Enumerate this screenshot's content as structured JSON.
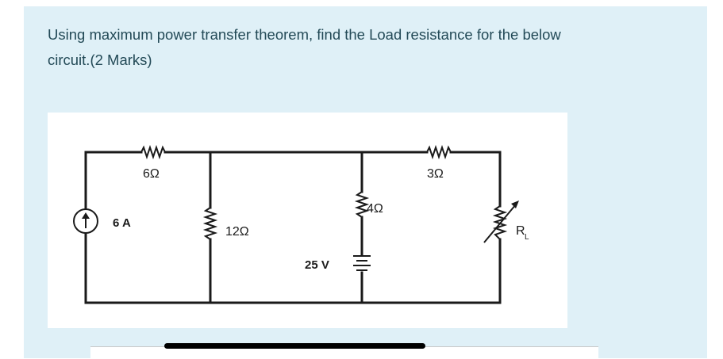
{
  "question": {
    "line1": "Using maximum power transfer theorem, find the Load resistance for the below",
    "line2": "circuit.(2 Marks)"
  },
  "circuit": {
    "r1_label": "6Ω",
    "r2_label": "3Ω",
    "r3_label": "4Ω",
    "r4_label": "12Ω",
    "current_source_label": "6 A",
    "voltage_source_label": "25 V",
    "load_label_main": "R",
    "load_label_sub": "L"
  },
  "colors": {
    "card_background": "#dff0f7",
    "question_text": "#234a57",
    "wire": "#1a1a1a"
  }
}
